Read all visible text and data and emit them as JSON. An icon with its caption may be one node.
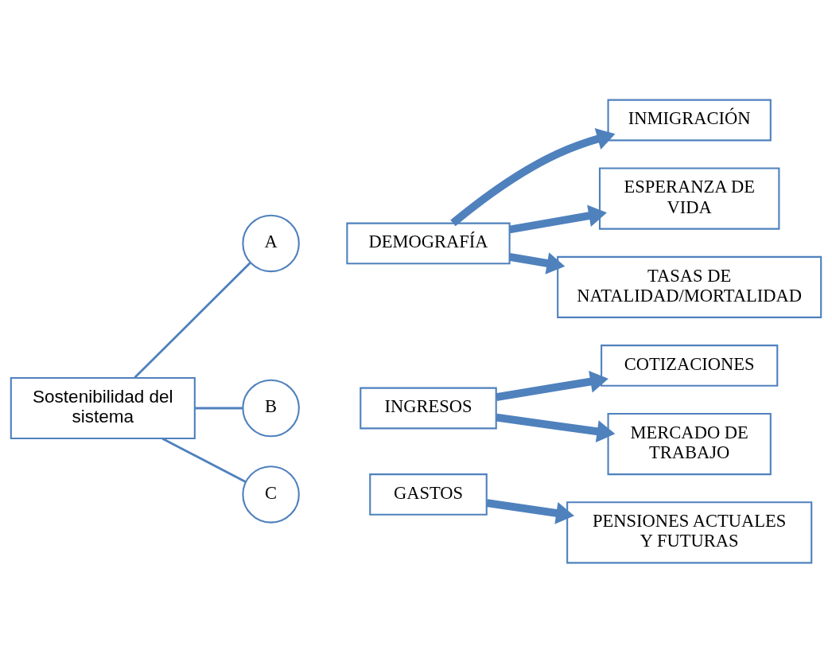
{
  "diagram": {
    "nodes": [
      {
        "text": [
          "Sostenibilidad del sistema"
        ]
      },
      {
        "text": [
          "A"
        ]
      },
      {
        "text": [
          "DEMOGRAFÍA"
        ]
      },
      {
        "text": [
          "INMIGRACIÓN"
        ]
      },
      {
        "text": [
          "ESPERANZA DE VIDA"
        ]
      },
      {
        "text": [
          "TASAS DE NATALIDAD/MORTALIDAD"
        ]
      },
      {
        "text": [
          "B"
        ]
      },
      {
        "text": [
          "INGRESOS"
        ]
      },
      {
        "text": [
          "COTIZACIONES"
        ]
      },
      {
        "text": [
          "MERCADO DE TRABAJO"
        ]
      },
      {
        "text": [
          "C"
        ]
      },
      {
        "text": [
          "GASTOS"
        ]
      },
      {
        "text": [
          "PENSIONES ACTUALES Y FUTURAS"
        ]
      }
    ],
    "edges": [
      {
        "from": 0,
        "to": 1,
        "arrow": "none"
      },
      {
        "from": 0,
        "to": 6,
        "arrow": "none"
      },
      {
        "from": 0,
        "to": 10,
        "arrow": "none"
      },
      {
        "from": 2,
        "to": 3,
        "arrow": "to"
      },
      {
        "from": 2,
        "to": 4,
        "arrow": "to"
      },
      {
        "from": 2,
        "to": 5,
        "arrow": "to"
      },
      {
        "from": 7,
        "to": 8,
        "arrow": "to"
      },
      {
        "from": 7,
        "to": 9,
        "arrow": "to"
      },
      {
        "from": 11,
        "to": 12,
        "arrow": "to"
      }
    ]
  }
}
